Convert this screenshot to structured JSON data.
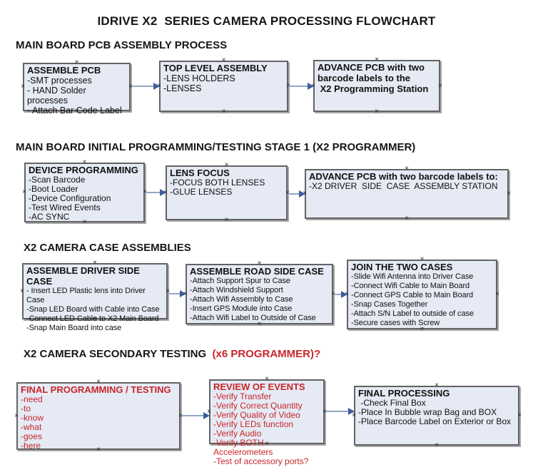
{
  "title": "IDRIVE X2  SERIES CAMERA PROCESSING FLOWCHART",
  "marker_glyph": "×",
  "colors": {
    "box_fill": "#e5eaf4",
    "box_border": "#636363",
    "box_shadow": "#a6a6a6",
    "arrow_line": "#93a6c6",
    "arrow_head": "#3d5d9d",
    "red_text": "#c8262b",
    "marker": "#2b2b2b"
  },
  "sections": [
    {
      "header": "MAIN BOARD PCB ASSEMBLY PROCESS",
      "boxes": [
        {
          "title": "ASSEMBLE PCB",
          "items": [
            "-SMT processes",
            "- HAND Solder processes",
            "- Attach Bar Code Label"
          ]
        },
        {
          "title": "TOP LEVEL ASSEMBLY",
          "items": [
            "-LENS HOLDERS",
            "-LENSES"
          ]
        },
        {
          "title": "ADVANCE PCB with two\nbarcode labels to the\n X2 Programming Station",
          "items": []
        }
      ]
    },
    {
      "header": "MAIN BOARD INITIAL PROGRAMMING/TESTING STAGE 1 (X2 PROGRAMMER)",
      "boxes": [
        {
          "title": "DEVICE PROGRAMMING",
          "items": [
            "-Scan Barcode",
            "-Boot Loader",
            "-Device Configuration",
            "-Test Wired Events",
            "-AC SYNC"
          ]
        },
        {
          "title": "LENS FOCUS",
          "items": [
            "-FOCUS BOTH LENSES",
            "-GLUE LENSES"
          ]
        },
        {
          "title": "ADVANCE PCB with two barcode labels to:",
          "items": [
            "-X2 DRIVER  SIDE  CASE  ASSEMBLY STATION"
          ]
        }
      ]
    },
    {
      "header": "X2 CAMERA CASE ASSEMBLIES",
      "boxes": [
        {
          "title": "ASSEMBLE DRIVER SIDE CASE",
          "items": [
            "- Insert LED Plastic lens into Driver Case",
            "-Snap LED Board with Cable into Case",
            "-Connect LED Cable to X2 Main Board",
            "-Snap Main Board into case"
          ]
        },
        {
          "title": "ASSEMBLE ROAD SIDE CASE",
          "items": [
            "-Attach Support Spur to Case",
            "-Attach Windshield Support",
            "-Attach Wifi Assembly to Case",
            "-Insert GPS Module into Case",
            "-Attach Wifi Label to Outside of Case"
          ]
        },
        {
          "title": "JOIN THE TWO CASES",
          "items": [
            "-Slide Wifi Antenna into Driver Case",
            "-Connect Wifi Cable to Main Board",
            "-Connect GPS Cable to Main Board",
            "-Snap Cases Together",
            "-Attach S/N Label to outside of case",
            "-Secure cases with Screw"
          ]
        }
      ]
    },
    {
      "header": "X2 CAMERA SECONDARY TESTING ",
      "header_red": " (x6 PROGRAMMER)?",
      "boxes": [
        {
          "title": "FINAL PROGRAMMING / TESTING",
          "items": [
            "-need",
            "-to",
            "-know",
            "-what",
            "-goes",
            "-here"
          ]
        },
        {
          "title": "REVIEW OF EVENTS",
          "items": [
            "-Verify Transfer",
            "-Verify Correct Quantity",
            "-Verify Quality of Video",
            "-Verify LEDs function",
            "-Verify Audio",
            "-Verify BOTH Accelerometers",
            "-Test of accessory ports?"
          ]
        },
        {
          "title": "FINAL PROCESSING",
          "items": [
            " -Check Final Box",
            "-Place In Bubble wrap Bag and BOX",
            "-Place Barcode Label on Exterior or Box"
          ]
        }
      ]
    }
  ]
}
